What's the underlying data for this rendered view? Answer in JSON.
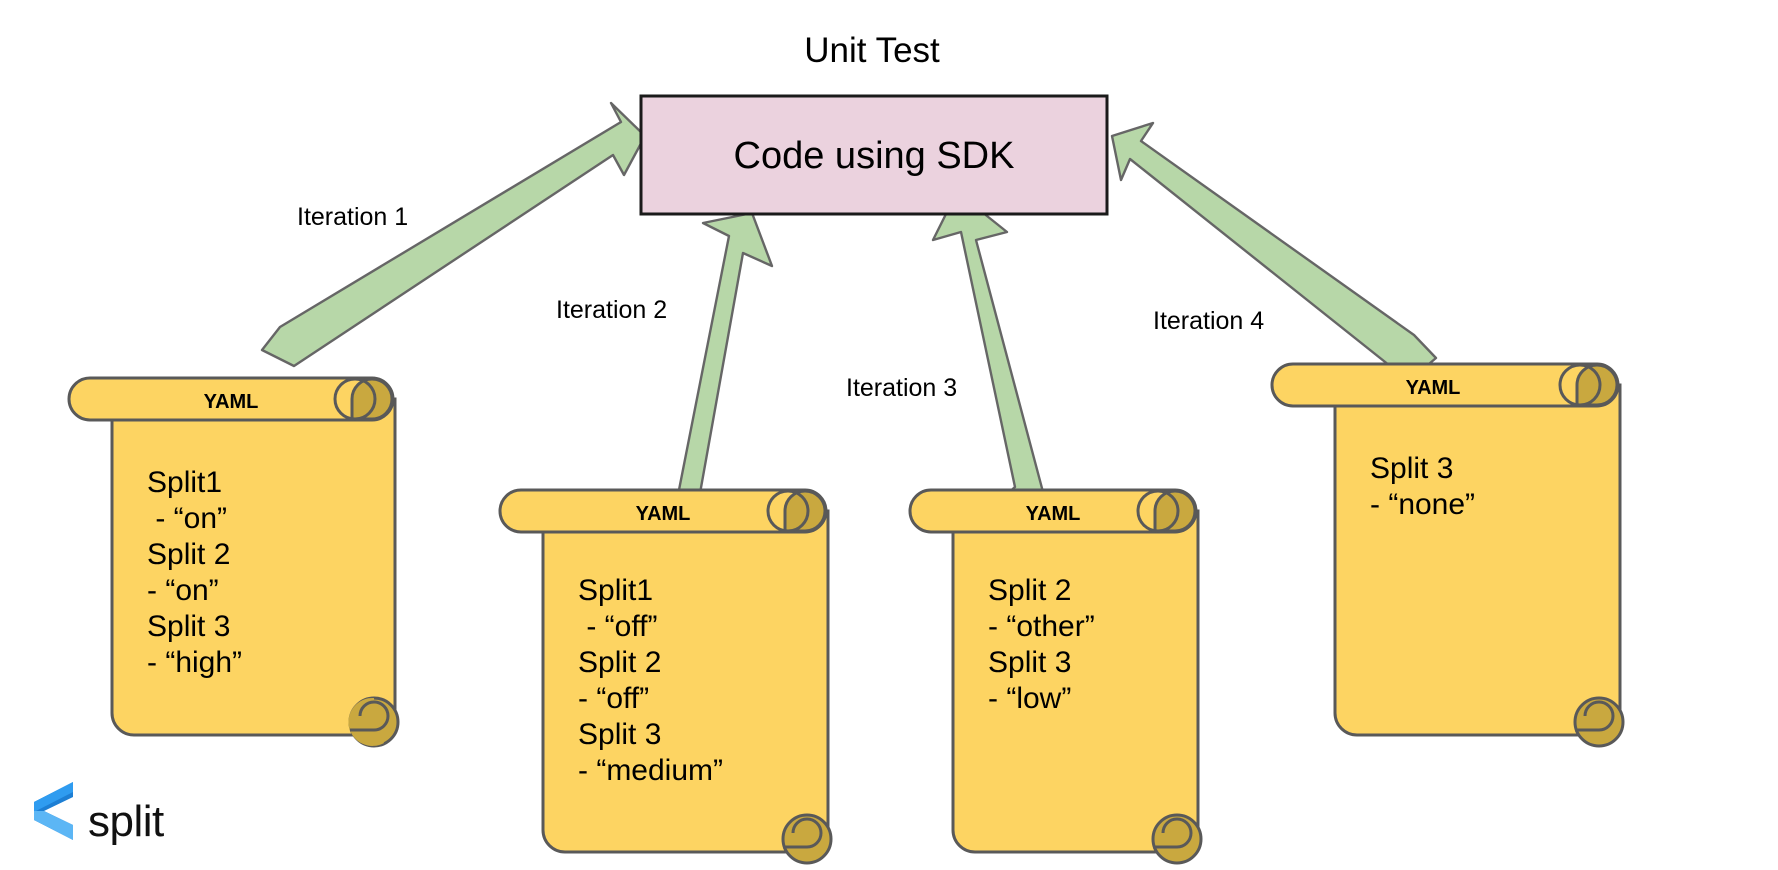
{
  "diagram": {
    "title": "Unit Test",
    "central_node": {
      "label": "Code using SDK",
      "fill": "#ebd2de",
      "stroke": "#1a1a1a"
    },
    "arrow_style": {
      "fill": "#b7d7a8",
      "stroke": "#666666",
      "direction": "points-to-central-node"
    },
    "edges": [
      {
        "label": "Iteration 1"
      },
      {
        "label": "Iteration 2"
      },
      {
        "label": "Iteration 3"
      },
      {
        "label": "Iteration 4"
      }
    ],
    "scroll_style": {
      "fill": "#fdd462",
      "curl_fill": "#c9a83f",
      "stroke": "#595959"
    },
    "scrolls": [
      {
        "header": "YAML",
        "lines": [
          "Split1",
          " - “on”",
          "Split 2",
          "- “on”",
          "Split 3",
          "- “high”"
        ]
      },
      {
        "header": "YAML",
        "lines": [
          "Split1",
          " - “off”",
          "Split 2",
          "- “off”",
          "Split 3",
          "- “medium”"
        ]
      },
      {
        "header": "YAML",
        "lines": [
          "Split 2",
          "- “other”",
          "Split 3",
          "- “low”"
        ]
      },
      {
        "header": "YAML",
        "lines": [
          "Split 3",
          "- “none”"
        ]
      }
    ]
  },
  "branding": {
    "wordmark": "split",
    "logo_icon": "split-chevron-logo-icon",
    "logo_colors": {
      "dark": "#1d7fd4",
      "mid": "#2f9cf0",
      "light": "#7fc8f8"
    },
    "wordmark_color": "#111111"
  }
}
